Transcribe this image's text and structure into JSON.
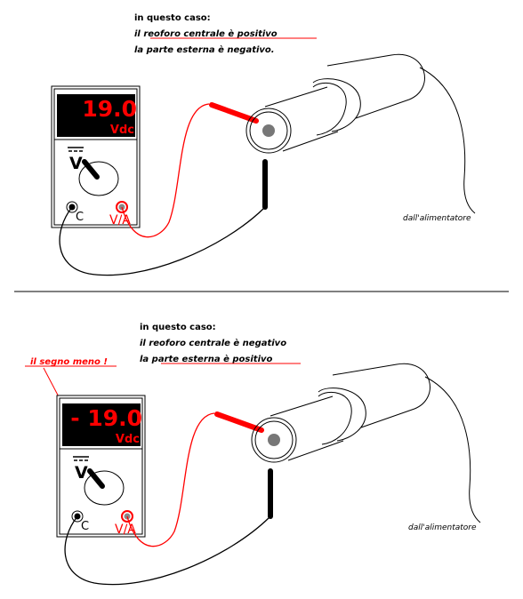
{
  "top": {
    "caption_line1": "in questo caso:",
    "caption_line2": "il reoforo centrale è positivo",
    "caption_line3": "la parte esterna è negativo.",
    "display_value": "19.0",
    "display_unit": "Vdc",
    "knob_label": "V",
    "terminal_common": "C",
    "terminal_va": "V/A",
    "source_label": "dall'alimentatore"
  },
  "bottom": {
    "caption_line1": "in questo caso:",
    "caption_line2": "il reoforo centrale è negativo",
    "caption_line3": "la parte esterna è positivo",
    "callout": "il segno meno !",
    "display_value": "- 19.0",
    "display_unit": "Vdc",
    "knob_label": "V",
    "terminal_common": "C",
    "terminal_va": "V/A",
    "source_label": "dall'alimentatore"
  },
  "colors": {
    "probe_positive": "#ff0000",
    "probe_negative": "#000000",
    "display_bg": "#000000",
    "display_text": "#ff0000"
  }
}
